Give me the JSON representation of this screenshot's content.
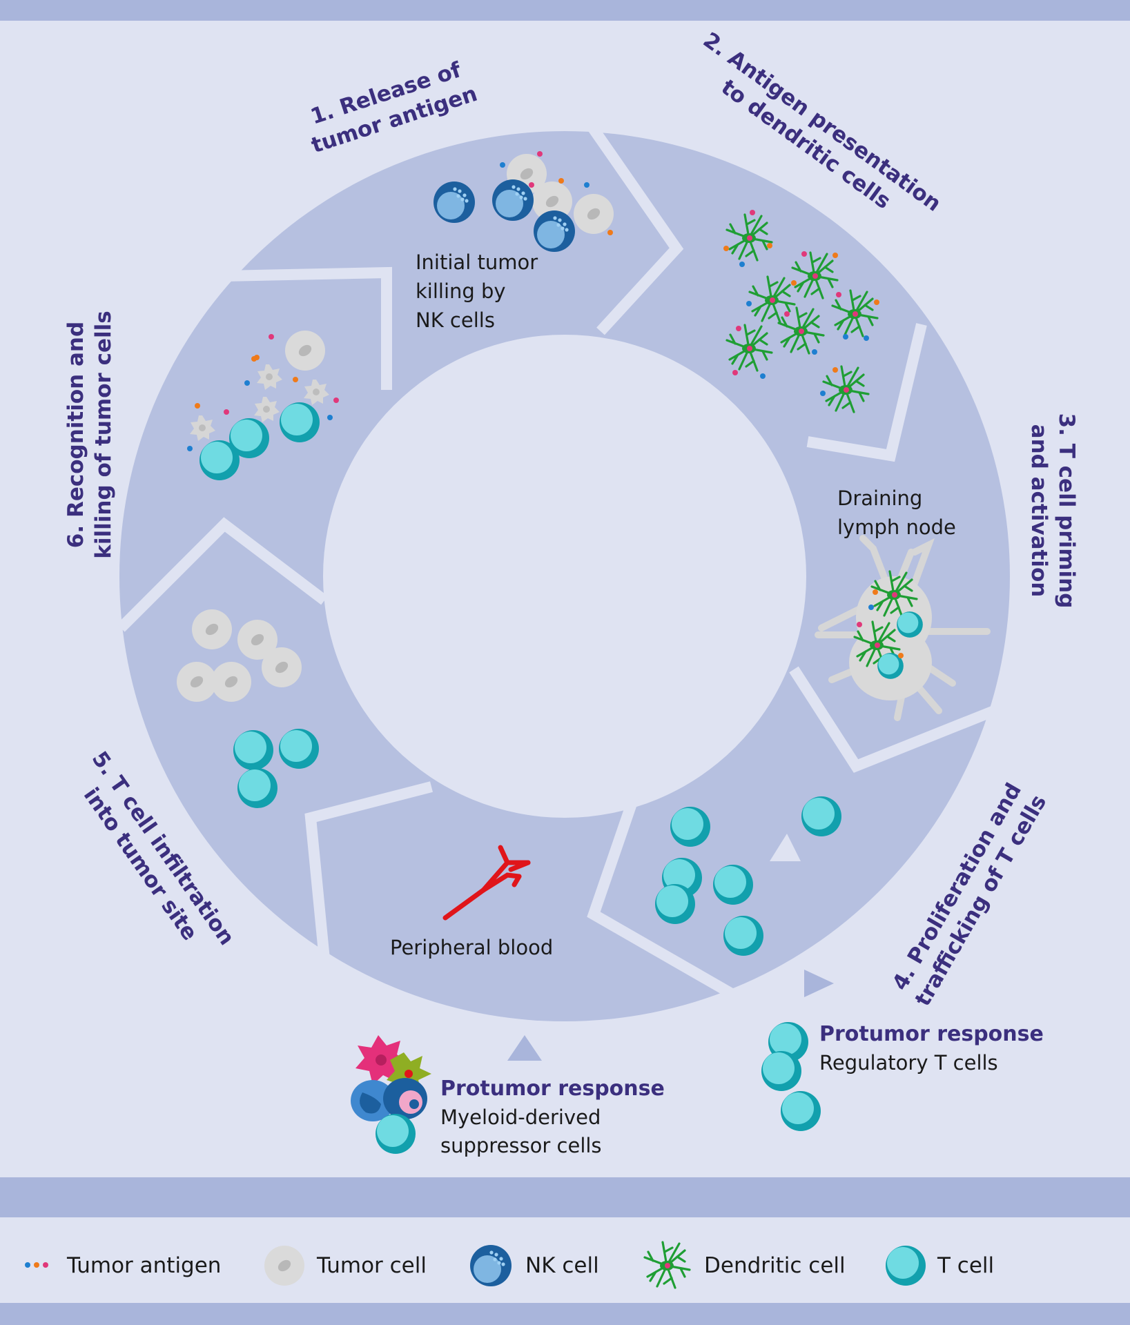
{
  "steps": [
    {
      "label_line1": "1. Release of",
      "label_line2": "tumor antigen",
      "note_lines": [
        "Initial tumor",
        "killing by",
        "NK cells"
      ]
    },
    {
      "label_line1": "2. Antigen presentation",
      "label_line2": "to dendritic cells",
      "note_lines": []
    },
    {
      "label_line1": "3. T cell priming",
      "label_line2": "and activation",
      "note_lines": [
        "Draining",
        "lymph node"
      ]
    },
    {
      "label_line1": "4. Proliferation and",
      "label_line2": "trafficking of T cells",
      "note_lines": []
    },
    {
      "label_line1": "5. T cell infiltration",
      "label_line2": "into tumor site",
      "note_lines": [
        "Peripheral blood"
      ]
    },
    {
      "label_line1": "6. Recognition and",
      "label_line2": "killing of tumor cells",
      "note_lines": []
    }
  ],
  "protumor": [
    {
      "title": "Protumor response",
      "lines": [
        "Myeloid-derived",
        "suppressor cells"
      ]
    },
    {
      "title": "Protumor response",
      "lines": [
        "Regulatory T cells"
      ]
    }
  ],
  "legend": [
    {
      "label": "Tumor antigen",
      "icon": "tumor-antigen-icon"
    },
    {
      "label": "Tumor cell",
      "icon": "tumor-cell-icon"
    },
    {
      "label": "NK cell",
      "icon": "nk-cell-icon"
    },
    {
      "label": "Dendritic cell",
      "icon": "dendritic-cell-icon"
    },
    {
      "label": "T cell",
      "icon": "t-cell-icon"
    }
  ],
  "colors": {
    "background": "#dfe3f2",
    "band": "#a9b5db",
    "ring": "#b4bedf",
    "title": "#3b2f7e",
    "t_cell": "#5fd0d8",
    "t_cell_rim": "#12a0ad",
    "nk_cell": "#1f6fb3",
    "tumor_cell": "#dcdcdc",
    "dendritic_cell": "#22a83a",
    "vessel": "#e0151a"
  }
}
